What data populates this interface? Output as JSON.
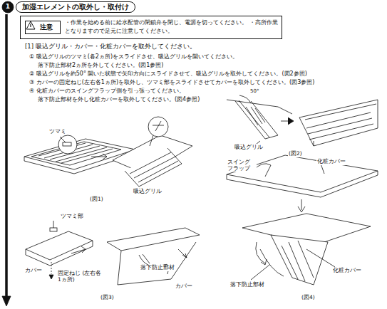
{
  "diagram": {
    "title": "加湿エレメントの取外し・取付け",
    "nodes": [
      {
        "text": [
          "・作業を始める前に給水配管の閉鎖弁を閉じ、電源を切ってください。 ・高所作業となりますので足元に注意してください。"
        ]
      },
      {
        "text": [
          "注意"
        ],
        "in": 0
      }
    ],
    "labels": [
      "1",
      "[1] 吸込グリル・カバー・化粧カバーを取外してください。",
      "① 吸込グリルのツマミ(各2ヵ所)をスライドさせ、吸込グリルを開いてください。",
      "落下防止部材2ヵ所を外してください。(図1参照)",
      "② 吸込グリルを約50° 開いた状態で矢印方向にスライドさせて、吸込グリルを取外してください。(図2参照)",
      "③ カバーの固定ねじ(左右各1ヵ所)を取外し、ツマミ部をスライドさせてカバーを取外してください。(図3参照)",
      "④ 化粧カバーのスイングフラップ側を引っ張ってください。",
      "落下防止部材を外し化粧カバーを取外してください。(図4参照)",
      "ツマミ",
      "吸込グリル",
      "(図1)",
      "50°",
      "吸込グリル",
      "(図2)",
      "化粧カバー",
      "スイング フラップ",
      "ツマミ部",
      "カバー",
      "固定ねじ (左右各1ヵ所)",
      "落下防止部材",
      "カバー",
      "(図3)",
      "落下防止部材",
      "化粧カバー",
      "(図4)"
    ]
  }
}
